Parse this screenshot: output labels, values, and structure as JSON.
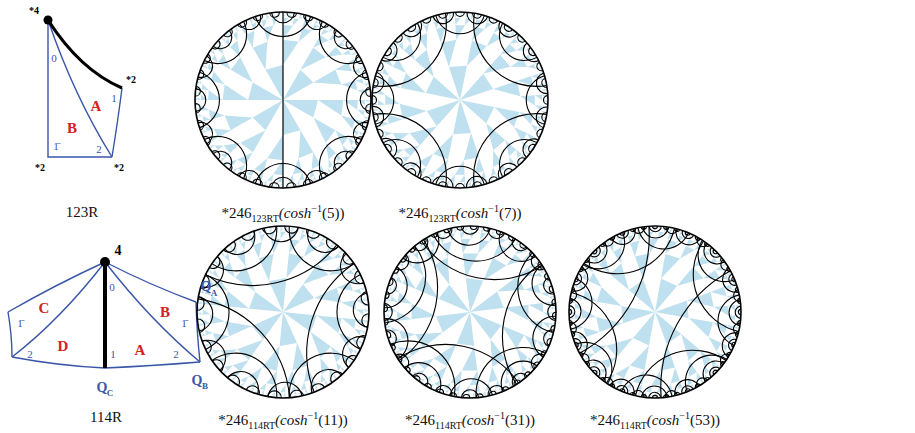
{
  "diagram": {
    "labels": [
      "*4",
      "0",
      "*2",
      "1",
      "A",
      "B",
      "1̄",
      "2",
      "*2",
      "*2",
      "123R",
      "*246",
      "123RT",
      "(cosh",
      "−1",
      "(5))",
      "*246",
      "123RT",
      "(cosh",
      "−1",
      "(7))",
      "4",
      "0",
      "1̄",
      "C",
      "D",
      "2",
      "B",
      "A",
      "1̄",
      "Q",
      "A",
      "2",
      "1",
      "Q",
      "C",
      "Q",
      "B",
      "114R",
      "*246",
      "114RT",
      "(cosh",
      "−1",
      "(11))",
      "*246",
      "114RT",
      "(cosh",
      "−1",
      "(31))",
      "*246",
      "114RT",
      "(cosh",
      "−1",
      "(53))"
    ]
  }
}
